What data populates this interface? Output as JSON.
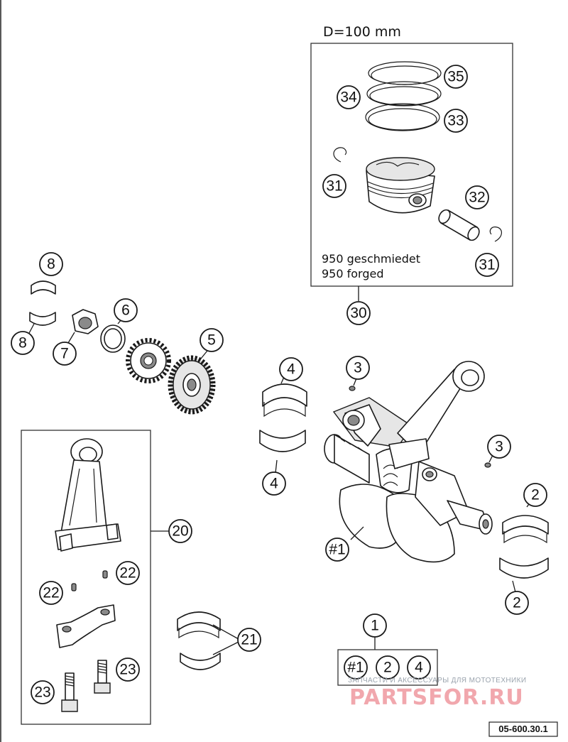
{
  "diagram": {
    "bore_label": "D=100 mm",
    "piston_note_line1": "950 geschmiedet",
    "piston_note_line2": "950 forged",
    "reference_code": "05-600.30.1",
    "watermark_top": "ЗАПЧАСТИ И АКСЕССУАРЫ ДЛЯ МОТОТЕХНИКИ",
    "watermark_logo": "PARTSFOR.RU",
    "callouts": [
      "35",
      "34",
      "33",
      "31",
      "32",
      "31",
      "30",
      "8",
      "8",
      "6",
      "7",
      "5",
      "4",
      "4",
      "3",
      "3",
      "2",
      "2",
      "#1",
      "20",
      "22",
      "22",
      "23",
      "23",
      "21",
      "1"
    ],
    "kit_items": [
      "#1",
      "2",
      "4"
    ]
  }
}
